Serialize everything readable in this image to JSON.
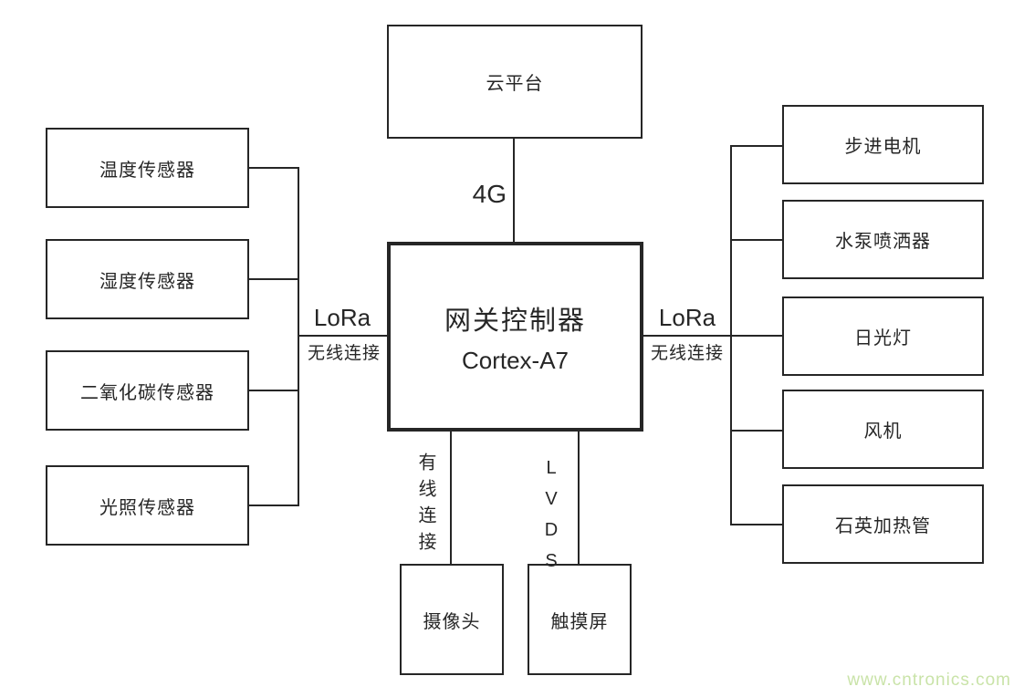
{
  "diagram": {
    "cloud": {
      "label": "云平台"
    },
    "gateway": {
      "title": "网关控制器",
      "subtitle": "Cortex-A7"
    },
    "sensors": [
      {
        "label": "温度传感器"
      },
      {
        "label": "湿度传感器"
      },
      {
        "label": "二氧化碳传感器"
      },
      {
        "label": "光照传感器"
      }
    ],
    "actuators": [
      {
        "label": "步进电机"
      },
      {
        "label": "水泵喷洒器"
      },
      {
        "label": "日光灯"
      },
      {
        "label": "风机"
      },
      {
        "label": "石英加热管"
      }
    ],
    "peripherals": [
      {
        "label": "摄像头"
      },
      {
        "label": "触摸屏"
      }
    ],
    "connections": {
      "cloud_link": "4G",
      "left_link_line1": "LoRa",
      "left_link_line2": "无线连接",
      "right_link_line1": "LoRa",
      "right_link_line2": "无线连接",
      "camera_link": "有线连接",
      "touchscreen_link": "LVDS"
    },
    "watermark": "www.cntronics.com",
    "colors": {
      "line": "#262626",
      "watermark_green": "#c9e3a8",
      "background": "#ffffff"
    }
  }
}
